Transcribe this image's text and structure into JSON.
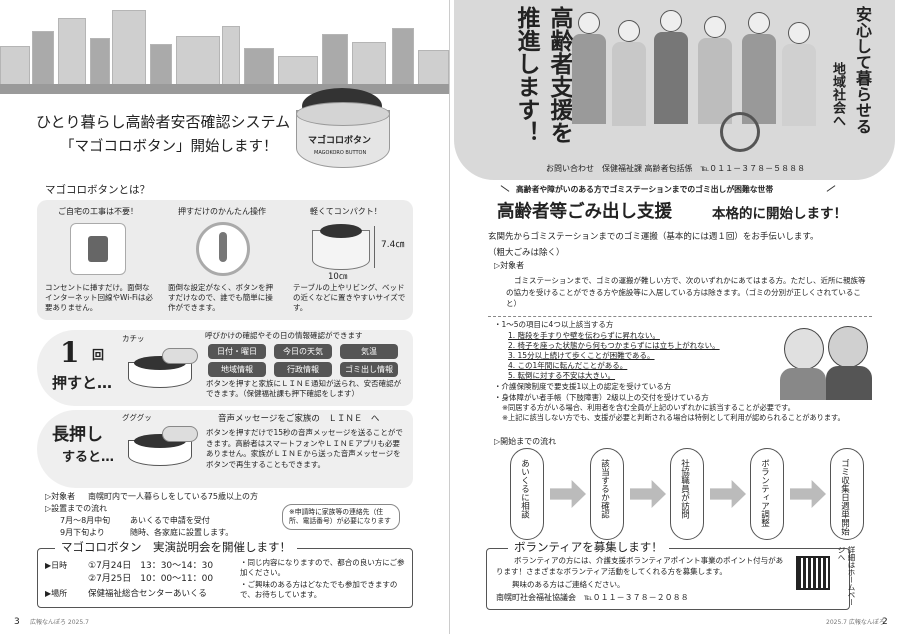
{
  "left": {
    "title_line1": "ひとり暮らし高齢者安否確認システム",
    "title_line2": "「マゴコロボタン」開始します！",
    "button_label": "マゴコロボタン",
    "button_sub": "MAGOKORO BUTTON",
    "what_heading": "マゴコロボタンとは？",
    "features": [
      {
        "heading": "ご自宅の工事は不要！",
        "text": "コンセントに挿すだけ。面倒なインターネット回線やWi-Fiは必要ありません。"
      },
      {
        "heading": "押すだけのかんたん操作",
        "text": "面倒な設定がなく、ボタンを押すだけなので、誰でも簡単に操作ができます。"
      },
      {
        "heading": "軽くてコンパクト！",
        "text": "テーブルの上やリビング、ベッドの近くなどに置きやすいサイズです。"
      }
    ],
    "dim_height": "7.4㎝",
    "dim_width": "10㎝",
    "once": {
      "num": "1",
      "unit": "回",
      "label": "押すと…",
      "sfx": "カチッ"
    },
    "info_heading": "呼びかけの確認やその日の情報確認ができます",
    "info_pills": [
      "日付・曜日",
      "今日の天気",
      "気温",
      "地域情報",
      "行政情報",
      "ゴミ出し情報"
    ],
    "info_text": "ボタンを押すと家族にＬＩＮＥ通知が送られ、安否確認ができます。（保健福祉課も押下確認をします）",
    "long": {
      "label1": "長押し",
      "label2": "すると…",
      "sfx": "グググッ"
    },
    "line_heading": "音声メッセージをご家族の　ＬＩＮＥ　へ",
    "line_text": "ボタンを押すだけで15秒の音声メッセージを送ることができます。高齢者はスマートフォンやＬＩＮＥアプリも必要ありません。家族がＬＩＮＥから送った音声メッセージをボタンで再生することもできます。",
    "target_label": "▷対象者",
    "target_text": "南幌町内で一人暮らしをしている75歳以上の方",
    "flow_label": "▷設置までの流れ",
    "flow_rows": [
      {
        "when": "7月～8月中旬",
        "what": "あいくるで申請を受付"
      },
      {
        "when": "9月下旬より",
        "what": "随時、各家庭に設置します。"
      }
    ],
    "note": "※申請時に家族等の連絡先（住所、電話番号）が必要になります",
    "session_title": "マゴコロボタン　実演説明会を開催します！",
    "date_label": "▶日時",
    "dates": [
      "①7月24日　13：30～14：30",
      "②7月25日　10：00～11：00"
    ],
    "place_label": "▶場所",
    "place": "保健福祉総合センターあいくる",
    "session_notes": [
      "・同じ内容になりますので、都合の良い方にご参加ください。",
      "・ご興味のある方はどなたでも参加できますので、お待ちしています。"
    ],
    "page_no": "3",
    "footer": "広報なんぽろ 2025.7"
  },
  "right": {
    "banner_title": "高齢者支援を推進します！",
    "banner_sub1": "安心して暮らせる",
    "banner_sub2": "地域社会へ",
    "contact": "お問い合わせ　保健福祉課 高齢者包括係　℡０１１－３７８－５８８８",
    "tagline": "高齢者や障がいのある方でゴミステーションまでのゴミ出しが困難な世帯",
    "main_title": "高齢者等ごみ出し支援",
    "main_title2": "本格的に開始します！",
    "intro": "玄関先からゴミステーションまでのゴミ運搬（基本的には週１回）をお手伝いします。",
    "intro2": "（粗大ごみは除く）",
    "target_label": "▷対象者",
    "target_text": "ゴミステーションまで、ゴミの運搬が難しい方で、次のいずれかにあてはまる方。ただし、近所に親族等の協力を受けることができる方や施設等に入居している方は除きます。（ゴミの分別が正しくされていること）",
    "cond1": "・1～5の項目に4つ以上該当する方",
    "items": [
      "1. 階段を手すりや壁を伝わらずに昇れない。",
      "2. 椅子を座った状態から何もつかまらずには立ち上がれない。",
      "3. 15分以上続けて歩くことが困難である。",
      "4. この1年間に転んだことがある。",
      "5. 転倒に対する不安は大きい。"
    ],
    "cond2": "・介護保険制度で要支援1以上の認定を受けている方",
    "cond3": "・身体障がい者手帳（下肢障害）2級以上の交付を受けている方",
    "notes": [
      "※同居する方がいる場合、利用者を含む全員が上記のいずれかに該当することが必要です。",
      "※上記に該当しない方でも、支援が必要と判断される場合は特例として利用が認められることがあります。"
    ],
    "flow_label": "▷開始までの流れ",
    "flow_steps": [
      "あいくるに相談",
      "該当するか確認",
      "社協職員が訪問",
      "ボランティア調整",
      "ゴミ収集日週単開始"
    ],
    "vol_title": "ボランティアを募集します！",
    "vol_text1": "ボランティアの方には、介護支援ボランティアポイント事業のポイント付与があります！さまざまなボランティア活動をしてくれる方を募集します。",
    "vol_text2": "興味のある方はご連絡ください。",
    "vol_contact": "南幌町社会福祉協議会　℡０１１－３７８－２０８８",
    "qr_label": "詳細はホームページへ",
    "page_no": "2",
    "footer": "2025.7 広報なんぽろ"
  }
}
